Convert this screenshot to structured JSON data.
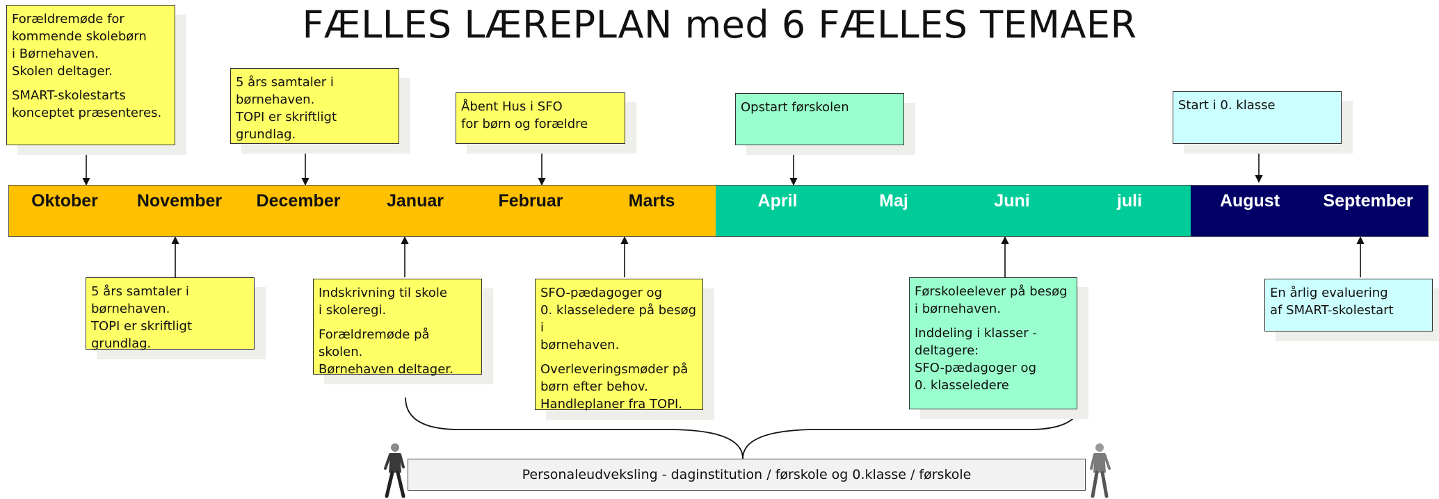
{
  "title": "FÆLLES LÆREPLAN med 6 FÆLLES TEMAER",
  "months": [
    {
      "label": "Oktober"
    },
    {
      "label": "November"
    },
    {
      "label": "December"
    },
    {
      "label": "Januar"
    },
    {
      "label": "Februar"
    },
    {
      "label": "Marts"
    },
    {
      "label": "April"
    },
    {
      "label": "Maj"
    },
    {
      "label": "Juni"
    },
    {
      "label": "juli"
    },
    {
      "label": "August"
    },
    {
      "label": "September"
    }
  ],
  "colors": {
    "autumn_winter": "#ffc000",
    "spring_summer": "#00cc99",
    "late_summer": "#000066",
    "note_yellow": "#ffff66",
    "note_green": "#99ffcc",
    "note_cyan": "#ccffff"
  },
  "events_top": [
    {
      "paragraphs": [
        "Forældremøde for\nkommende skolebørn\ni Børnehaven.\nSkolen deltager.",
        "SMART-skolestarts\nkonceptet præsenteres."
      ]
    },
    {
      "paragraphs": [
        "5 års samtaler i\nbørnehaven.\nTOPI er skriftligt grundlag."
      ]
    },
    {
      "paragraphs": [
        "Åbent Hus i SFO\nfor børn og forældre"
      ]
    },
    {
      "paragraphs": [
        "Opstart førskolen"
      ]
    },
    {
      "paragraphs": [
        "Start i 0. klasse"
      ]
    }
  ],
  "events_bottom": [
    {
      "paragraphs": [
        "5 års samtaler i\nbørnehaven.\nTOPI er skriftligt grundlag."
      ]
    },
    {
      "paragraphs": [
        "Indskrivning til skole\ni skoleregi.",
        "Forældremøde på skolen.\nBørnehaven deltager."
      ]
    },
    {
      "paragraphs": [
        "SFO-pædagoger og\n0. klasseledere på besøg i\nbørnehaven.",
        "Overleveringsmøder på\nbørn efter behov.\nHandleplaner fra TOPI."
      ]
    },
    {
      "paragraphs": [
        "Førskoleelever på besøg\ni børnehaven.",
        "Inddeling i klasser -\ndeltagere:\nSFO-pædagoger og\n0. klasseledere"
      ]
    },
    {
      "paragraphs": [
        "En årlig evaluering\naf SMART-skolestart"
      ]
    }
  ],
  "staff_exchange": "Personaleudveksling - daginstitution / førskole og 0.klasse / førskole"
}
